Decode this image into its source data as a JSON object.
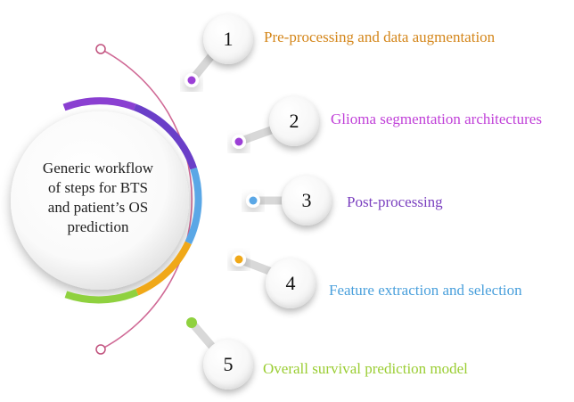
{
  "center": {
    "lines": [
      "Generic workflow",
      "of steps for BTS",
      "and patient’s OS",
      "prediction"
    ]
  },
  "steps": [
    {
      "number": "1",
      "label": "Pre-processing and data augmentation",
      "color": "#d4861a",
      "dot_color": "#9b3fd6"
    },
    {
      "number": "2",
      "label": "Glioma segmentation architectures",
      "color": "#c040d8",
      "dot_color": "#9b3fd6"
    },
    {
      "number": "3",
      "label": "Post-processing",
      "color": "#7a3fbf",
      "dot_color": "#5aa7e6"
    },
    {
      "number": "4",
      "label": "Feature extraction and selection",
      "color": "#4aa0dc",
      "dot_color": "#f0a818"
    },
    {
      "number": "5",
      "label": "Overall survival prediction model",
      "color": "#9acd32",
      "dot_color": "#8fd13f"
    }
  ],
  "colors": {
    "arc": "#d06a96",
    "ring_purple": "#8a3fd1",
    "ring_violet": "#6a3fc8",
    "ring_blue": "#5aa7e6",
    "ring_orange": "#f0a818",
    "ring_green": "#8fd13f"
  }
}
